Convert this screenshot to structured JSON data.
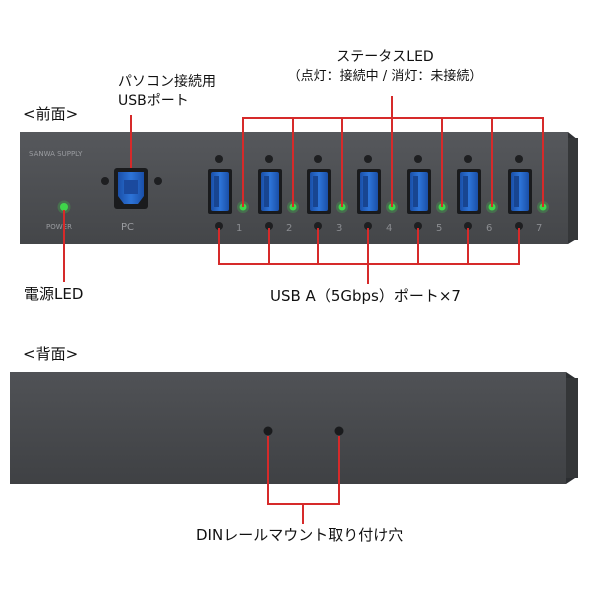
{
  "front": {
    "section_label": "<前面>",
    "brand_text": "SANWA SUPPLY",
    "power_text": "POWER",
    "pc_text": "PC",
    "usb_b_label_line1": "パソコン接続用",
    "usb_b_label_line2": "USBポート",
    "status_led_line1": "ステータスLED",
    "status_led_line2": "（点灯：接続中 / 消灯：未接続）",
    "power_led_label": "電源LED",
    "usb_a_label": "USB A（5Gbps）ポート×7",
    "port_numbers": [
      "1",
      "2",
      "3",
      "4",
      "5",
      "6",
      "7"
    ]
  },
  "back": {
    "section_label": "<背面>",
    "din_label": "DINレールマウント取り付け穴"
  },
  "colors": {
    "chassis": "#4a4c50",
    "chassis_edge": "#2e3033",
    "usb_blue": "#1f5fc4",
    "led_green": "#3fd64a",
    "callout_red": "#d62a2a"
  }
}
